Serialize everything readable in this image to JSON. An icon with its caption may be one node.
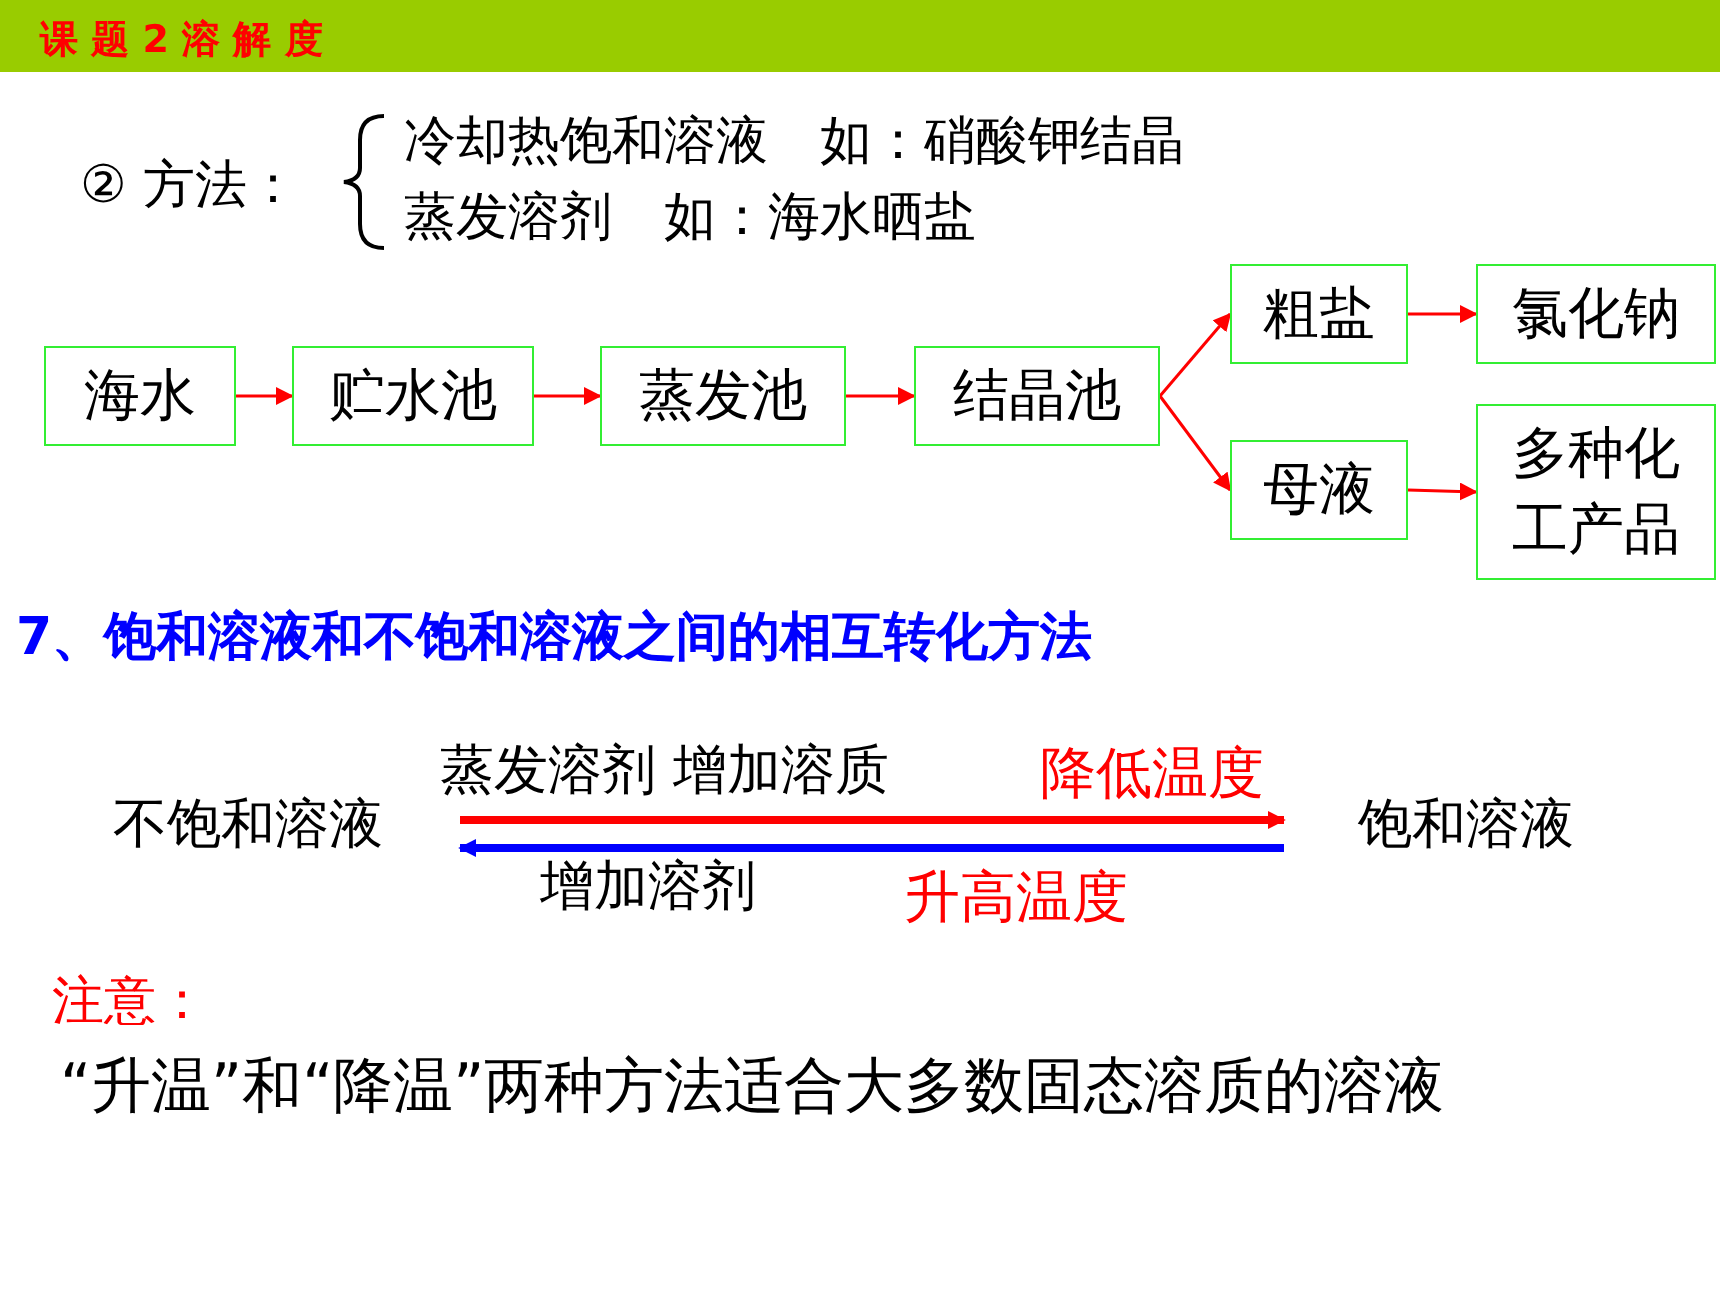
{
  "diagram": {
    "title": "课 题 2 溶 解 度",
    "nodes": [
      {
        "text": [
          "海水"
        ]
      },
      {
        "text": [
          "贮水池"
        ]
      },
      {
        "text": [
          "蒸发池"
        ]
      },
      {
        "text": [
          "结晶池"
        ]
      },
      {
        "text": [
          "粗盐"
        ]
      },
      {
        "text": [
          "氯化钠"
        ]
      },
      {
        "text": [
          "母液"
        ]
      },
      {
        "text": [
          "多种化工产品"
        ]
      },
      {
        "text": [
          "不饱和溶液"
        ]
      },
      {
        "text": [
          "饱和溶液"
        ]
      }
    ],
    "edges": [
      {
        "from": 0,
        "to": 1,
        "arrow": "to"
      },
      {
        "from": 1,
        "to": 2,
        "arrow": "to"
      },
      {
        "from": 2,
        "to": 3,
        "arrow": "to"
      },
      {
        "from": 3,
        "to": 4,
        "arrow": "to"
      },
      {
        "from": 3,
        "to": 6,
        "arrow": "to"
      },
      {
        "from": 4,
        "to": 5,
        "arrow": "to"
      },
      {
        "from": 6,
        "to": 7,
        "arrow": "to"
      },
      {
        "from": 8,
        "to": 9,
        "arrow": "to",
        "label": "蒸发溶剂 增加溶质",
        "style": "thick"
      },
      {
        "from": 9,
        "to": 8,
        "arrow": "to",
        "label": "增加溶剂",
        "color": "#0000ff",
        "style": "thick"
      }
    ],
    "labels": [
      "② 方法：",
      "冷却热饱和溶液　如：硝酸钾结晶",
      "蒸发溶剂　如：海水晒盐",
      "7、饱和溶液和不饱和溶液之间的相互转化方法",
      "降低温度",
      "升高温度",
      "注意：",
      "“升温”和“降温”两种方法适合大多数固态溶质的溶液"
    ]
  }
}
